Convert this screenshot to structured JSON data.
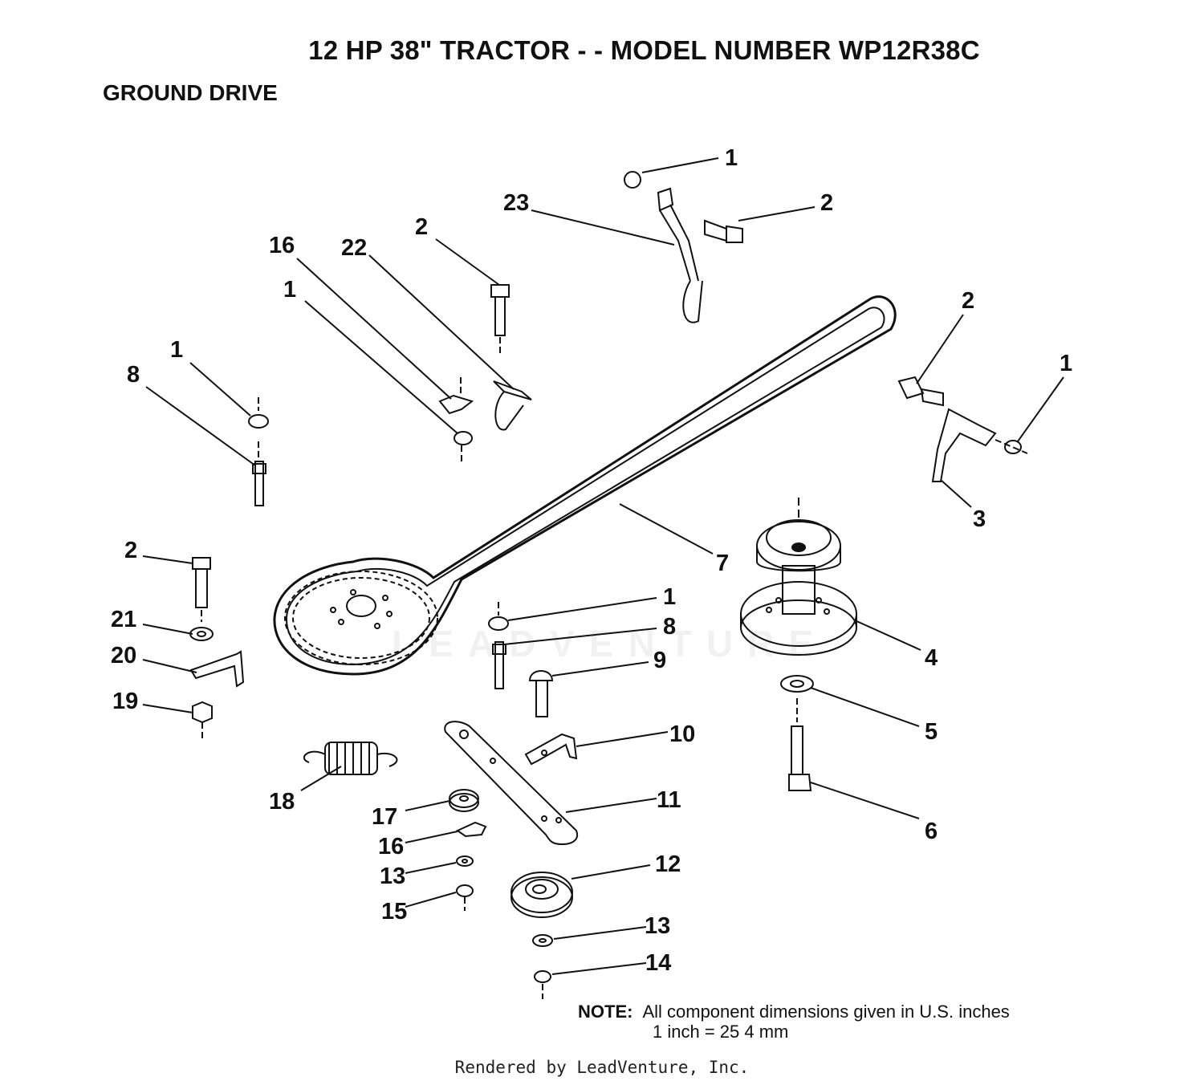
{
  "title": "12 HP 38\" TRACTOR - - MODEL NUMBER WP12R38C",
  "subtitle": "GROUND DRIVE",
  "note": {
    "label": "NOTE:",
    "line1": "All component dimensions given in U.S. inches",
    "line2": "1 inch = 25 4 mm"
  },
  "watermark": "LEADVENTURE",
  "footer": "Rendered by LeadVenture, Inc.",
  "callouts": [
    "1",
    "2",
    "23",
    "16",
    "22",
    "2",
    "1",
    "1",
    "8",
    "2",
    "1",
    "3",
    "7",
    "2",
    "21",
    "20",
    "19",
    "1",
    "8",
    "9",
    "4",
    "5",
    "10",
    "18",
    "11",
    "17",
    "16",
    "13",
    "15",
    "12",
    "13",
    "14",
    "6"
  ]
}
